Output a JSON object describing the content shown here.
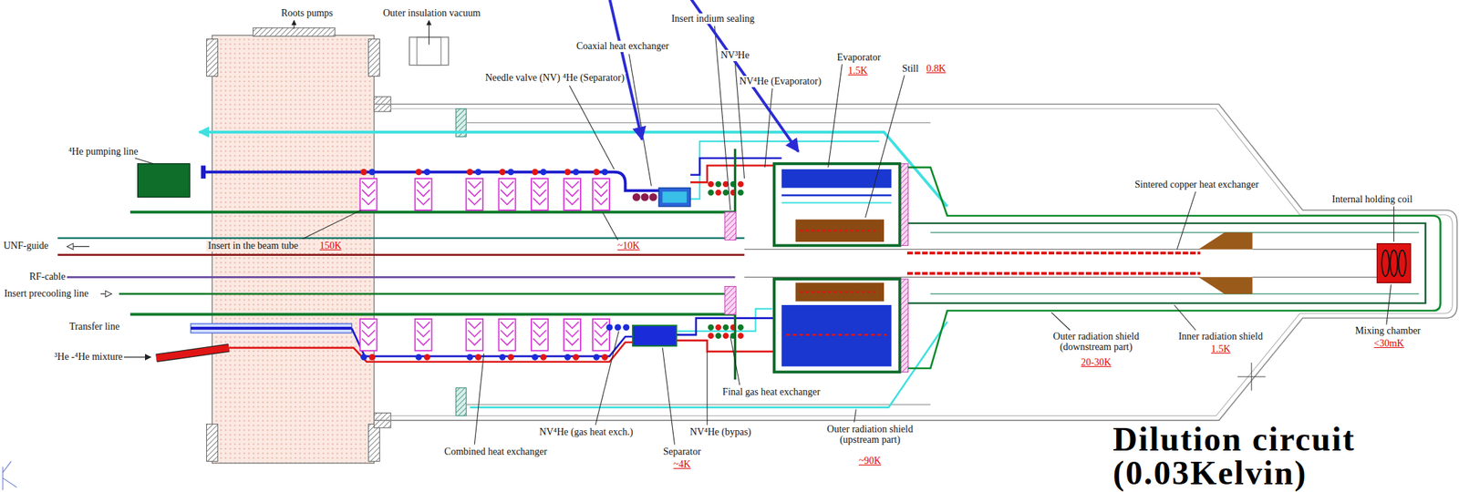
{
  "diagram": {
    "title": "Dilution circuit (0.03Kelvin)",
    "labels": [
      "Roots pumps",
      "Outer insulation vacuum",
      "Insert indium sealing",
      "Coaxial heat exchanger",
      "Needle valve (NV) ⁴He (Separator)",
      "NV³He",
      "NV⁴He (Evaporator)",
      "Evaporator",
      "1.5K",
      "Still",
      "0.8K",
      "⁴He pumping line",
      "UNF-guide",
      "Insert in the beam tube",
      "150K",
      "~10K",
      "Sintered copper heat exchanger",
      "Internal holding coil",
      "RF-cable",
      "Insert precooling line",
      "Transfer line",
      "³He -⁴He mixture",
      "Outer radiation shield (downstream part)",
      "20-30K",
      "Inner radiation shield",
      "1.5K",
      "Mixing chamber",
      "<30mK",
      "Final gas heat exchanger",
      "NV⁴He (gas heat exch.)",
      "NV⁴He (bypas)",
      "Combined heat exchanger",
      "Separator",
      "~4K",
      "Outer radiation shield (upstream part)",
      "~90K"
    ]
  }
}
